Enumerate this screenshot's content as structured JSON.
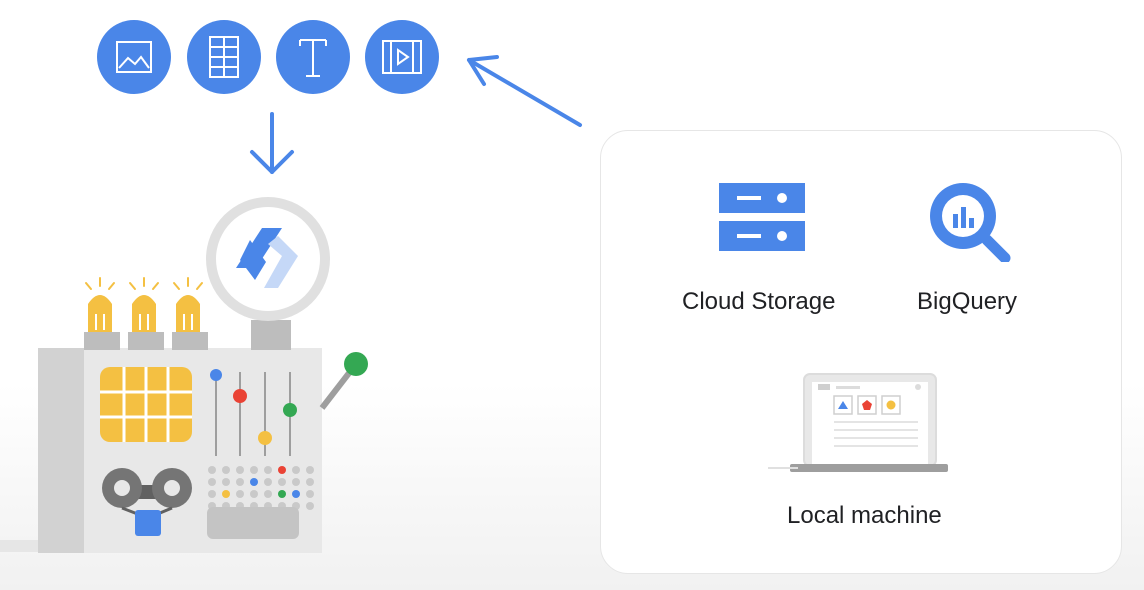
{
  "data_types": [
    {
      "icon": "image-icon"
    },
    {
      "icon": "table-icon"
    },
    {
      "icon": "text-icon"
    },
    {
      "icon": "video-icon"
    }
  ],
  "sources": {
    "cloud_storage": {
      "label": "Cloud Storage",
      "icon": "cloud-storage-icon"
    },
    "bigquery": {
      "label": "BigQuery",
      "icon": "bigquery-icon"
    },
    "local_machine": {
      "label": "Local machine",
      "icon": "laptop-icon"
    }
  },
  "colors": {
    "google_blue": "#4a86e8",
    "red": "#ea4335",
    "yellow": "#f4c042",
    "green": "#34a853",
    "machine_gray": "#e8e8e8"
  }
}
